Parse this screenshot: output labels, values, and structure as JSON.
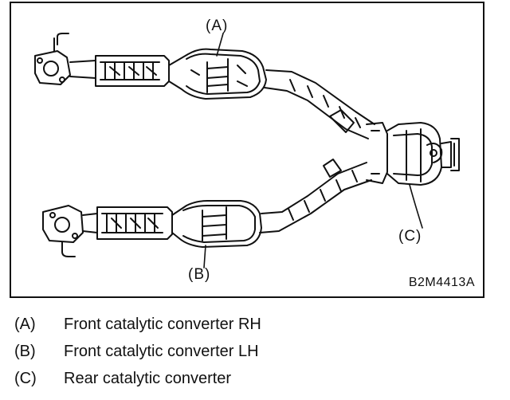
{
  "diagram": {
    "callouts": {
      "a": "(A)",
      "b": "(B)",
      "c": "(C)"
    },
    "figure_code": "B2M4413A"
  },
  "legend": [
    {
      "key": "(A)",
      "text": "Front catalytic converter RH"
    },
    {
      "key": "(B)",
      "text": "Front catalytic converter LH"
    },
    {
      "key": "(C)",
      "text": "Rear catalytic converter"
    }
  ]
}
